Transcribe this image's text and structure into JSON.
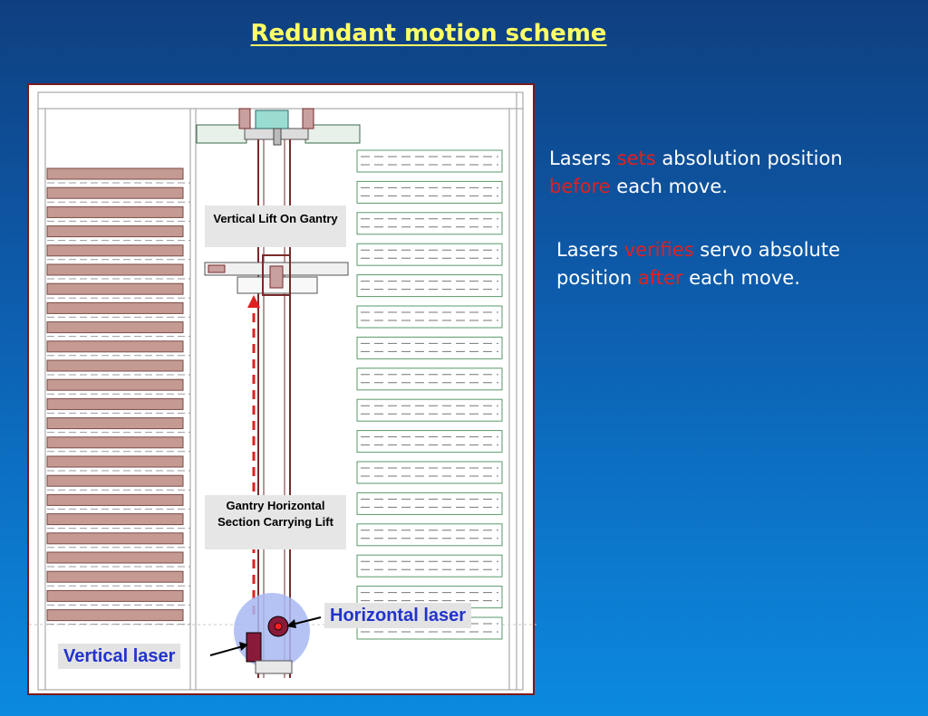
{
  "title": "Redundant motion scheme",
  "diagram": {
    "vertical_lift_label": "Vertical Lift  On Gantry",
    "gantry_label": "Gantry Horizontal Section Carrying Lift",
    "horizontal_laser_label": "Horizontal laser",
    "vertical_laser_label": "Vertical laser"
  },
  "notes": {
    "line1": {
      "prefix": "Lasers ",
      "highlight": "sets",
      "middle": " absolution position",
      "highlight2": "before",
      "suffix": " each move."
    },
    "line2": {
      "prefix": "Lasers ",
      "highlight": "verifies",
      "middle": " servo absolute position ",
      "highlight2": "after",
      "suffix": " each move."
    }
  },
  "colors": {
    "title": "#ffff66",
    "highlight": "#e02020",
    "laser_label": "#2233cc"
  }
}
